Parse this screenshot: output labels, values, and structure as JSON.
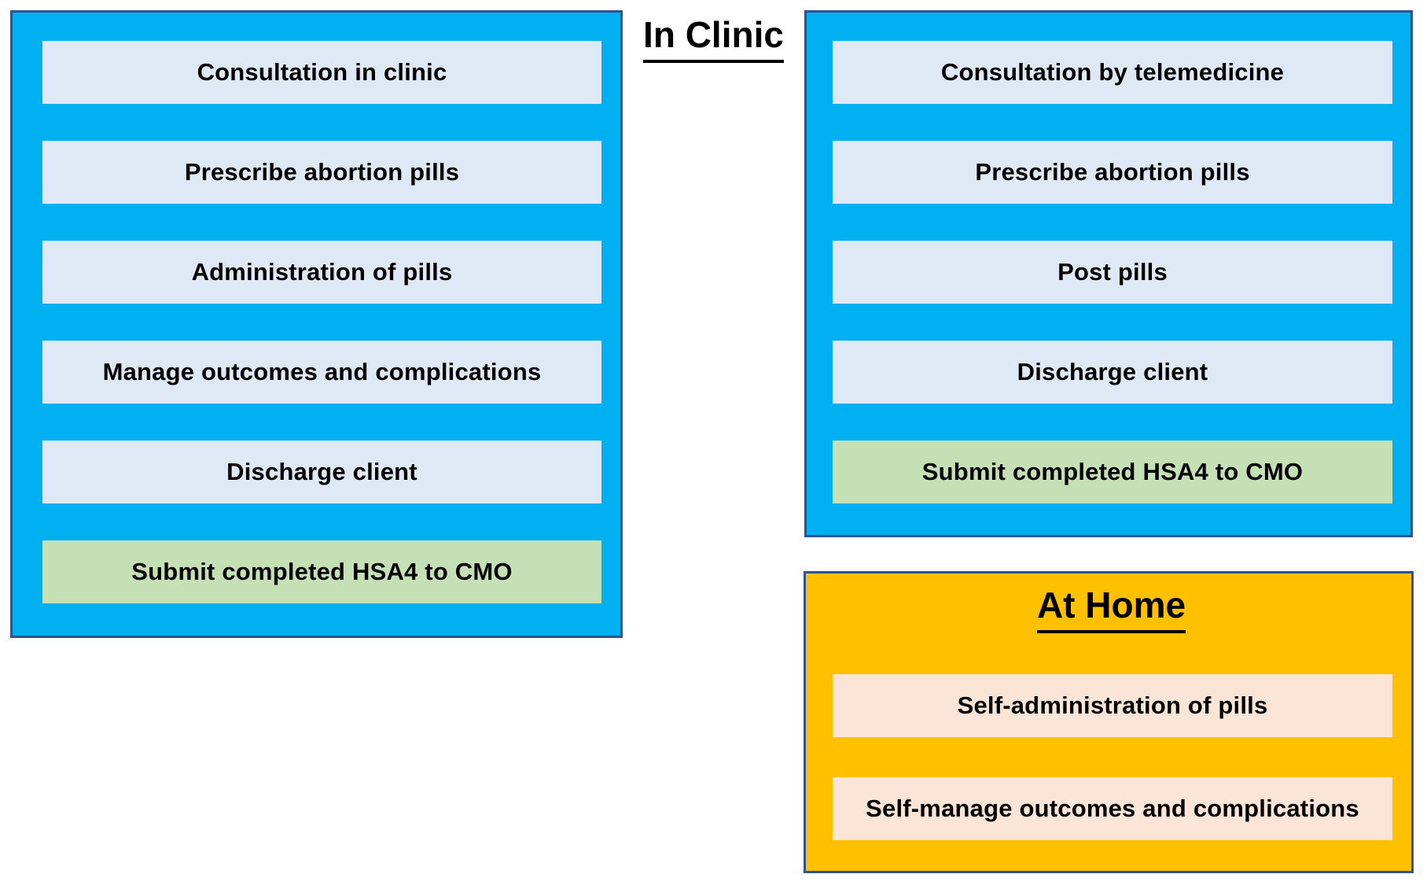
{
  "titles": {
    "in_clinic": "In Clinic",
    "at_home": "At Home"
  },
  "clinic_pathway": {
    "steps": [
      "Consultation in clinic",
      "Prescribe abortion pills",
      "Administration of pills",
      "Manage outcomes and complications",
      "Discharge client",
      "Submit completed HSA4 to CMO"
    ]
  },
  "telemedicine_pathway": {
    "steps": [
      "Consultation by telemedicine",
      "Prescribe abortion pills",
      "Post pills",
      "Discharge client",
      "Submit completed HSA4 to CMO"
    ]
  },
  "at_home_pathway": {
    "steps": [
      "Self-administration of pills",
      "Self-manage outcomes and complications"
    ]
  },
  "colors": {
    "panel_blue": "#00B0F0",
    "panel_gold": "#FFC000",
    "panel_border": "#2E5490",
    "step_light_blue": "#DEE9F5",
    "step_green": "#C5E0B4",
    "step_peach": "#FBE5D6",
    "text": "#000000"
  }
}
